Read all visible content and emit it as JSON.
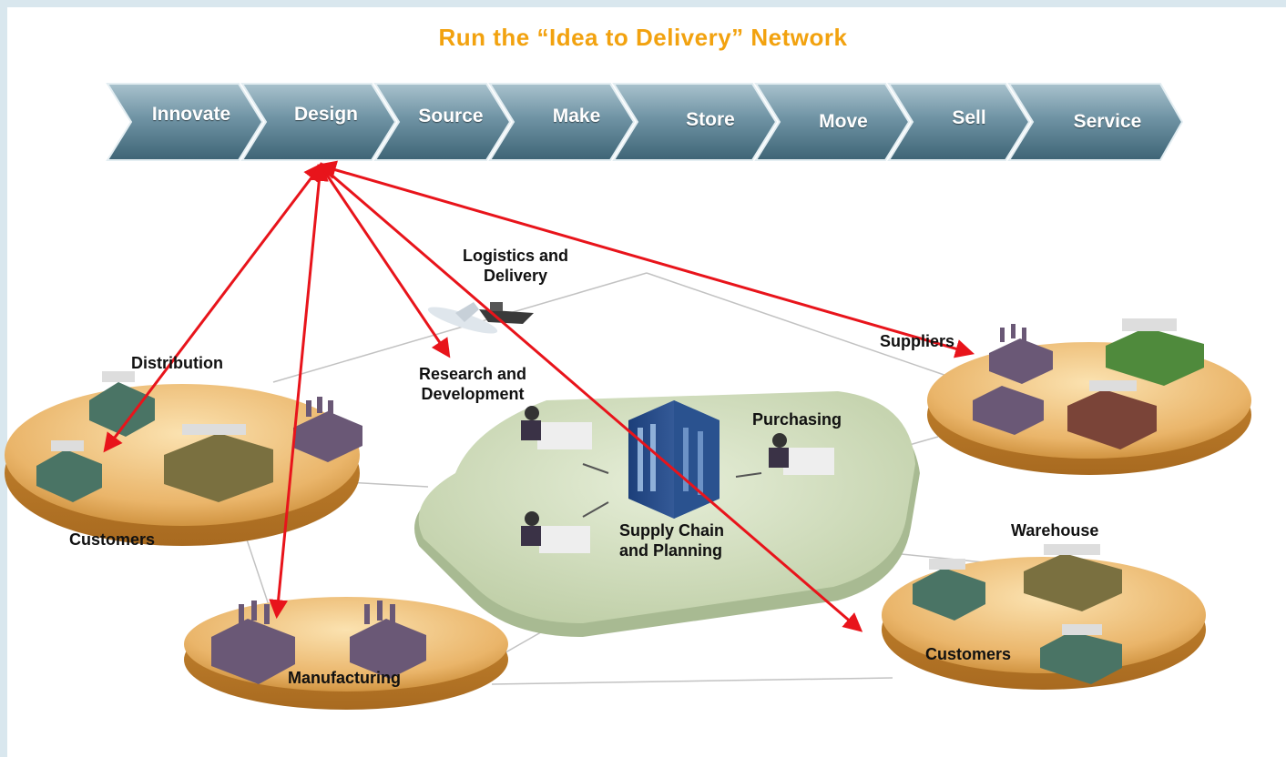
{
  "title": "Run  the “Idea to Delivery” Network",
  "process_steps": [
    {
      "label": "Innovate"
    },
    {
      "label": "Design"
    },
    {
      "label": "Source"
    },
    {
      "label": "Make"
    },
    {
      "label": "Store"
    },
    {
      "label": "Move"
    },
    {
      "label": "Sell"
    },
    {
      "label": "Service"
    }
  ],
  "nodes": {
    "distribution": "Distribution",
    "customers_left": "Customers",
    "manufacturing": "Manufacturing",
    "logistics": "Logistics and\nDelivery",
    "research": "Research and\nDevelopment",
    "supply_chain": "Supply Chain\nand Planning",
    "purchasing": "Purchasing",
    "suppliers": "Suppliers",
    "warehouse": "Warehouse",
    "customers_right": "Customers"
  },
  "colors": {
    "title": "#f2a20f",
    "chevron": "#5b8294",
    "arrow": "#e8141b",
    "disc": "#e9b56b",
    "hub": "#c9d9b4"
  }
}
